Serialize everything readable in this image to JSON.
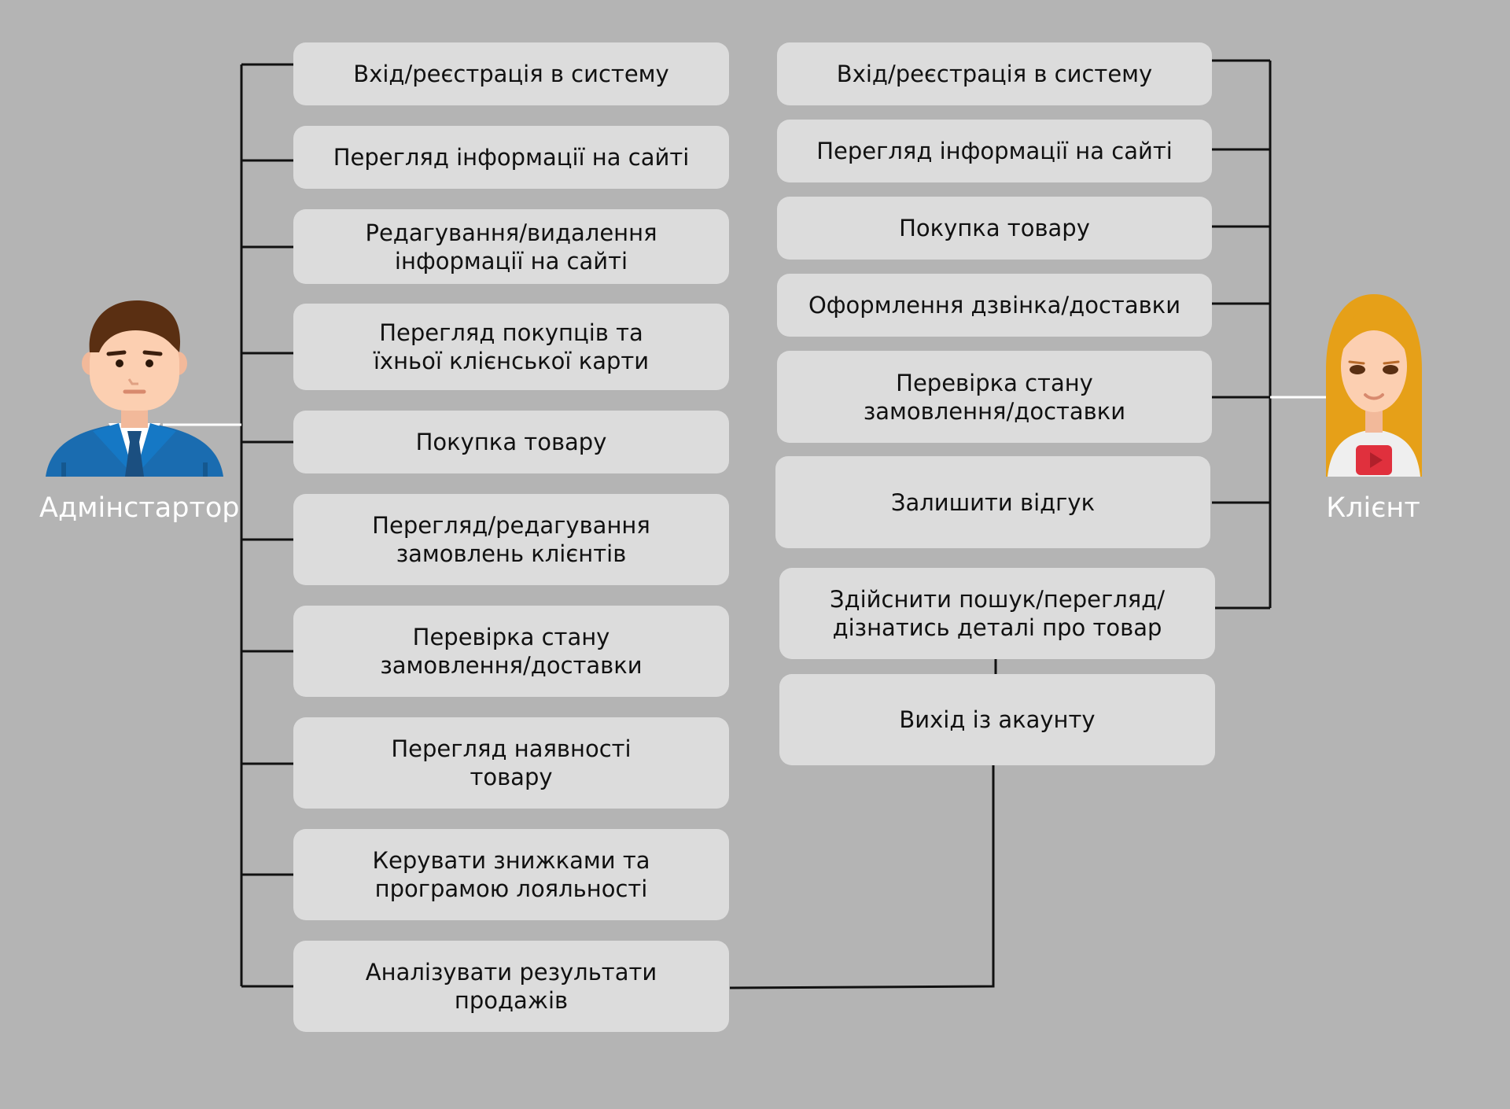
{
  "admin": {
    "label": "Адмінстартор",
    "items": [
      "Вхід/реєстрація в систему",
      "Перегляд інформації на сайті",
      "Редагування/видалення\nінформації на сайті",
      "Перегляд покупців та\nїхньої клієнської карти",
      "Покупка товару",
      "Перегляд/редагування\nзамовлень клієнтів",
      "Перевірка стану\nзамовлення/доставки",
      "Перегляд наявності\nтовару",
      "Керувати знижками та\nпрограмою лояльності",
      "Аналізувати результати\nпродажів"
    ]
  },
  "client": {
    "label": "Клієнт",
    "items": [
      "Вхід/реєстрація в систему",
      "Перегляд інформації на сайті",
      "Покупка товару",
      "Оформлення дзвінка/доставки",
      "Перевірка стану\nзамовлення/доставки",
      "Залишити відгук",
      "Здійснити пошук/перегляд/\nдізнатись деталі про товар",
      "Вихід із акаунту"
    ]
  },
  "colors": {
    "background": "#b4b4b4",
    "box": "#dcdcdc",
    "line": "#111111",
    "actor_link": "#ffffff"
  },
  "icons": {
    "admin": "businessman-avatar-icon",
    "client": "woman-avatar-icon"
  }
}
